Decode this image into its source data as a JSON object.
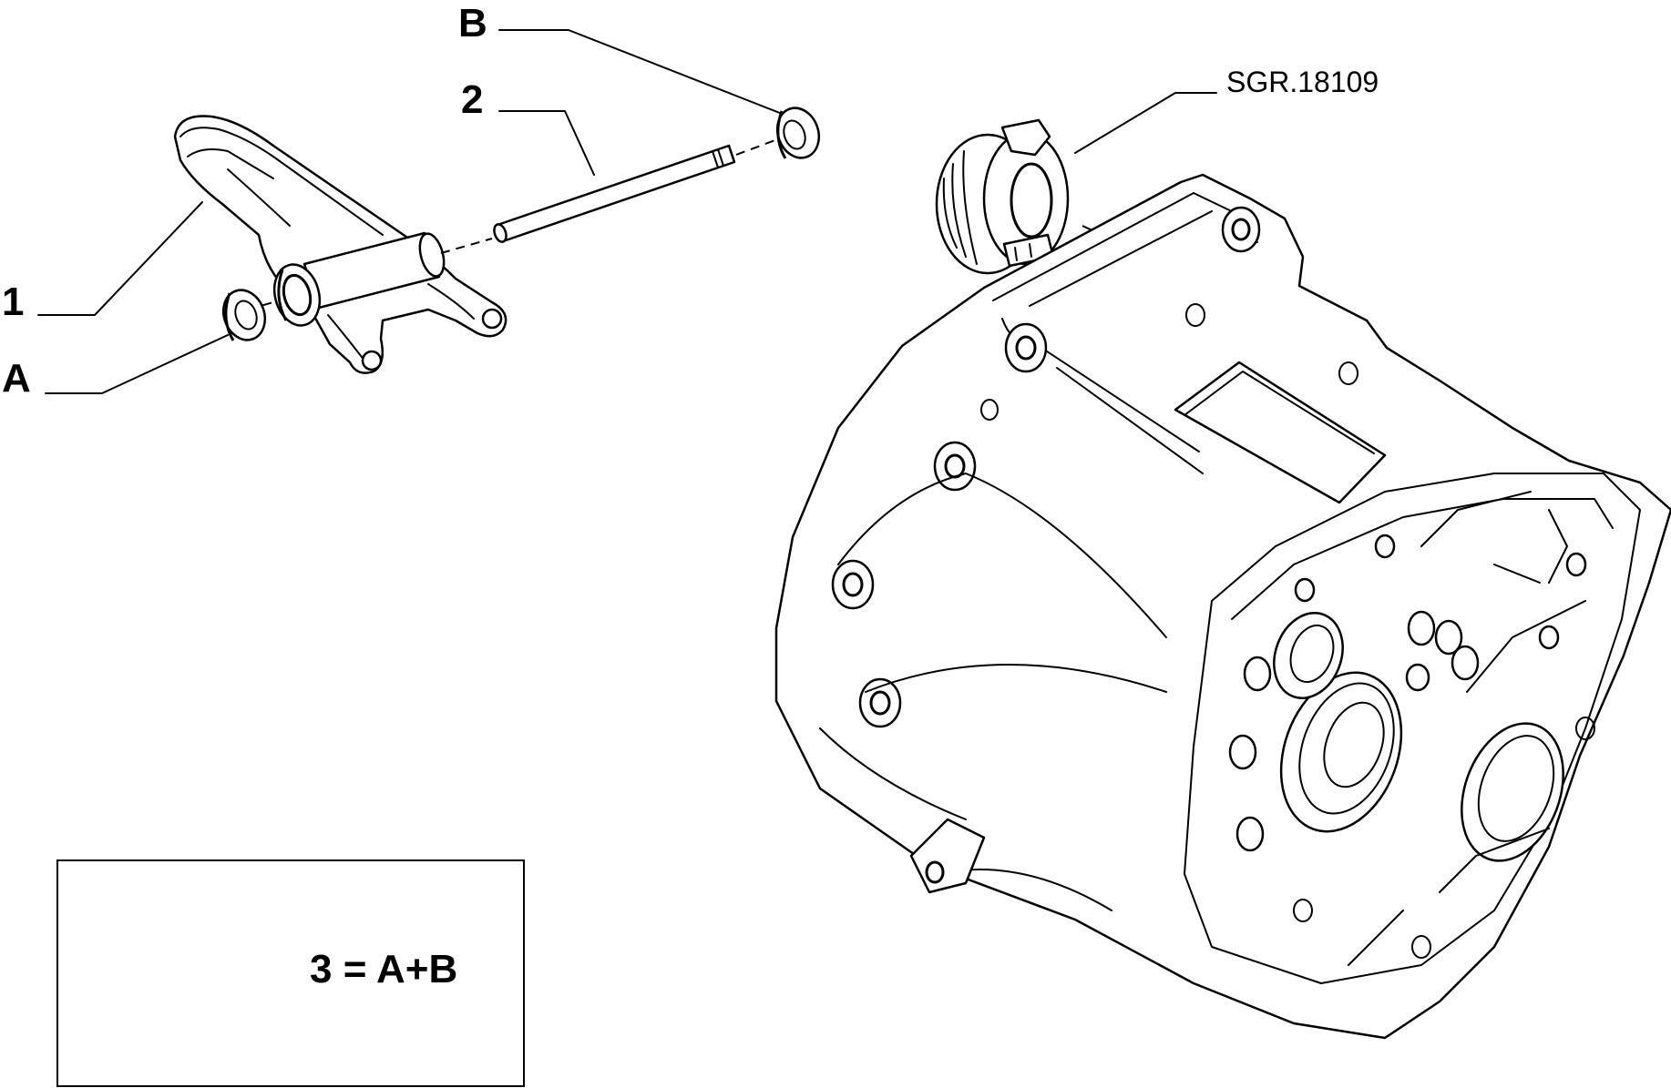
{
  "diagram": {
    "reference_code": "SGR.18109",
    "callouts": {
      "part_1": "1",
      "part_2": "2",
      "seal_a": "A",
      "seal_b": "B"
    },
    "kit": {
      "formula": "3 = A+B"
    }
  }
}
